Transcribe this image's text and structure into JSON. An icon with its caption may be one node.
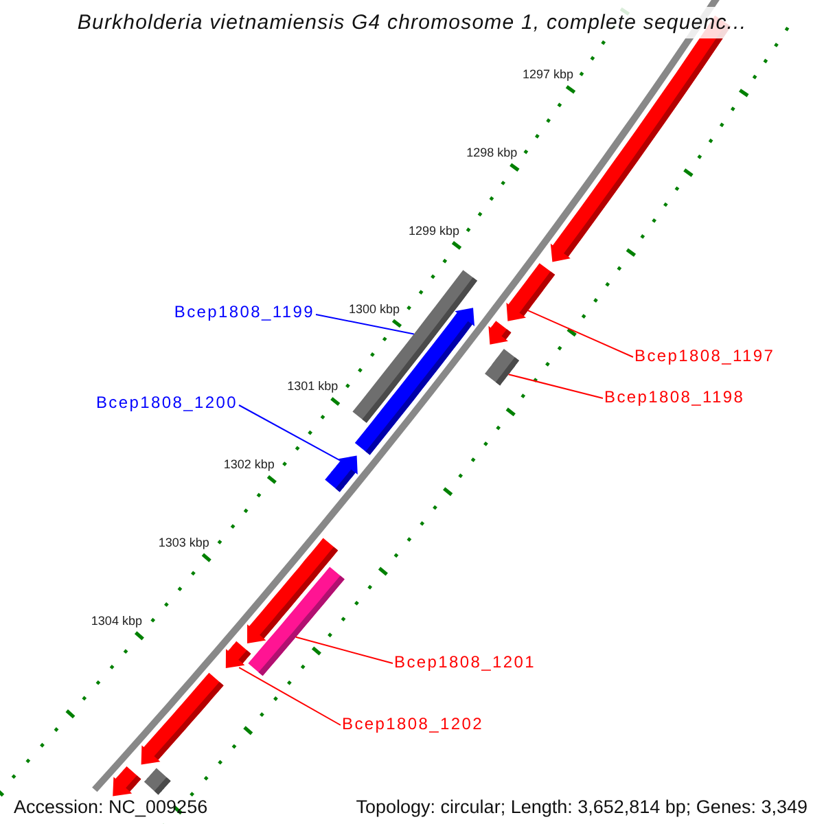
{
  "diagram": {
    "title": "Burkholderia vietnamiensis G4 chromosome 1, complete sequenc...",
    "nodes": [
      {
        "text": [
          "Bcep1808_1199"
        ]
      },
      {
        "text": [
          "Bcep1808_1197"
        ]
      },
      {
        "text": [
          "Bcep1808_1198"
        ]
      },
      {
        "text": [
          "Bcep1808_1200"
        ]
      },
      {
        "text": [
          "Bcep1808_1201"
        ]
      },
      {
        "text": [
          "Bcep1808_1202"
        ]
      },
      {
        "text": [],
        "shape": "arrow"
      },
      {
        "text": [],
        "shape": "arrow"
      },
      {
        "text": [],
        "shape": "box"
      },
      {
        "text": [],
        "shape": "arrow"
      },
      {
        "text": [],
        "shape": "arrow"
      },
      {
        "text": [],
        "shape": "box"
      },
      {
        "text": [],
        "shape": "arrow"
      },
      {
        "text": [],
        "shape": "arrow"
      },
      {
        "text": [],
        "shape": "box"
      },
      {
        "text": [],
        "shape": "arrow"
      },
      {
        "text": [],
        "shape": "arrow"
      },
      {
        "text": [],
        "shape": "arrow"
      },
      {
        "text": [],
        "shape": "box"
      }
    ],
    "edges": [
      {
        "from": 0,
        "to": 8,
        "arrow": "none",
        "color": "#0000ff"
      },
      {
        "from": 1,
        "to": 7,
        "arrow": "none"
      },
      {
        "from": 2,
        "to": 11,
        "arrow": "none"
      },
      {
        "from": 3,
        "to": 12,
        "arrow": "none",
        "color": "#0000ff"
      },
      {
        "from": 4,
        "to": 14,
        "arrow": "none"
      },
      {
        "from": 5,
        "to": 15,
        "arrow": "none"
      }
    ],
    "labels": [
      "1297 kbp",
      "1298 kbp",
      "1299 kbp",
      "1300 kbp",
      "1301 kbp",
      "1302 kbp",
      "1303 kbp",
      "1304 kbp",
      "Accession: NC_009256",
      "Topology: circular; Length: 3,652,814 bp; Genes: 3,349"
    ]
  }
}
